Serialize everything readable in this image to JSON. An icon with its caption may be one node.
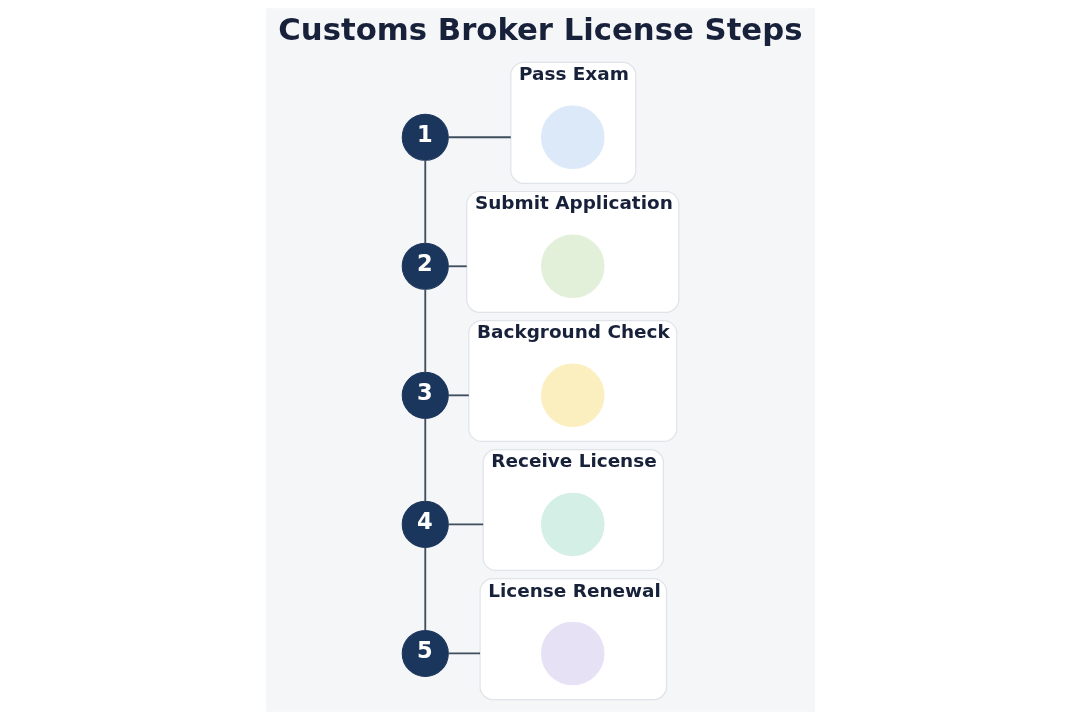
{
  "diagram": {
    "title": "Customs Broker License Steps",
    "nodes": [
      {
        "text": [
          "1"
        ]
      },
      {
        "text": [
          "Pass Exam"
        ]
      },
      {
        "text": [],
        "shape": "circle",
        "in": 1
      },
      {
        "text": [
          "2"
        ]
      },
      {
        "text": [
          "Submit Application"
        ]
      },
      {
        "text": [],
        "shape": "circle",
        "in": 4
      },
      {
        "text": [
          "3"
        ]
      },
      {
        "text": [
          "Background Check"
        ]
      },
      {
        "text": [],
        "shape": "circle",
        "in": 7
      },
      {
        "text": [
          "4"
        ]
      },
      {
        "text": [
          "Receive License"
        ]
      },
      {
        "text": [],
        "shape": "circle",
        "in": 10
      },
      {
        "text": [
          "5"
        ]
      },
      {
        "text": [
          "License Renewal"
        ]
      },
      {
        "text": [],
        "shape": "circle",
        "in": 13
      }
    ],
    "edges": [
      {
        "from": 0,
        "to": 1,
        "arrow": "none"
      },
      {
        "from": 0,
        "to": 3,
        "arrow": "none"
      },
      {
        "from": 3,
        "to": 4,
        "arrow": "none"
      },
      {
        "from": 3,
        "to": 6,
        "arrow": "none"
      },
      {
        "from": 6,
        "to": 7,
        "arrow": "none"
      },
      {
        "from": 6,
        "to": 9,
        "arrow": "none"
      },
      {
        "from": 9,
        "to": 10,
        "arrow": "none"
      },
      {
        "from": 9,
        "to": 12,
        "arrow": "none"
      },
      {
        "from": 12,
        "to": 13,
        "arrow": "none"
      }
    ]
  }
}
